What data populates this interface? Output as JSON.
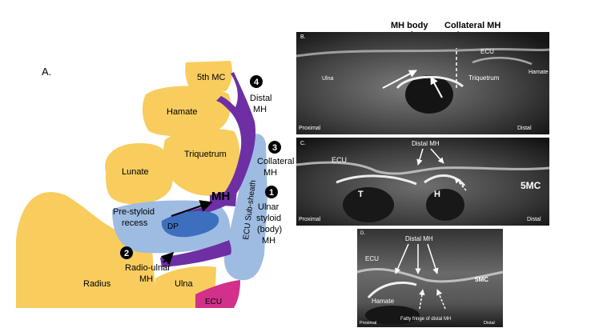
{
  "panel_a": {
    "letter": "A.",
    "bones": {
      "mc5": "5th MC",
      "hamate": "Hamate",
      "triquetrum": "Triquetrum",
      "lunate": "Lunate",
      "radius": "Radius",
      "ulna": "Ulna",
      "ecu": "ECU"
    },
    "labels": {
      "mh": "MH",
      "dp": "DP",
      "ecu_sheath": "ECU Sub-sheath",
      "pre_styloid": "Pre-styloid recess",
      "pre_styloid_l1": "Pre-styloid",
      "pre_styloid_l2": "recess",
      "radio_ulnar_l1": "Radio-ulnar",
      "radio_ulnar_l2": "MH",
      "distal_l1": "Distal",
      "distal_l2": "MH",
      "collateral_l1": "Collateral",
      "collateral_l2": "MH",
      "ulnar_l1": "Ulnar",
      "ulnar_l2": "styloid",
      "ulnar_l3": "(body)",
      "ulnar_l4": "MH"
    },
    "badges": [
      "1",
      "2",
      "3",
      "4"
    ],
    "colors": {
      "bone": "#f8cd5e",
      "hyaline": "#6d2fa3",
      "sheath": "#9ebce2",
      "dp": "#3d6fbf",
      "ecu": "#d2308a"
    }
  },
  "panel_b": {
    "letter": "B.",
    "header_mh_body": "MH body",
    "header_collateral": "Collateral MH",
    "ecu": "ECU",
    "ulna": "Ulna",
    "triquetrum": "Triquetrum",
    "hamate": "Hamate",
    "proximal": "Proximal",
    "distal": "Distal"
  },
  "panel_c": {
    "letter": "C.",
    "distal_mh": "Distal MH",
    "ecu": "ECU",
    "t": "T",
    "h": "H",
    "mc5": "5MC",
    "proximal": "Proximal",
    "distal": "Distal"
  },
  "panel_d": {
    "letter": "D.",
    "distal_mh": "Distal MH",
    "ecu": "ECU",
    "mc5": "5MC",
    "hamate": "Hamate",
    "fatty": "Fatty fringe of distal MH",
    "proximal": "Proximal",
    "distal": "Distal"
  }
}
